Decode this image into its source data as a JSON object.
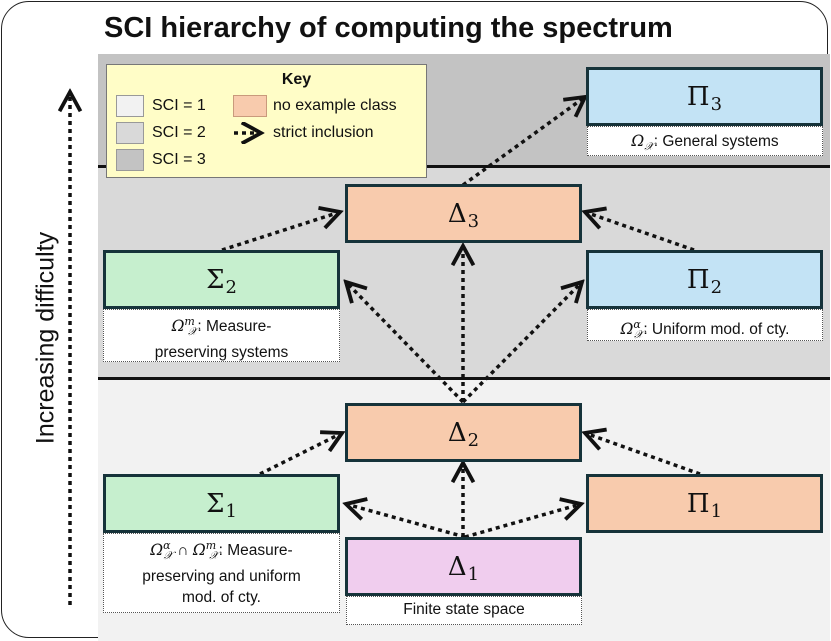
{
  "title": "SCI hierarchy of computing the spectrum",
  "y_axis_label": "Increasing difficulty",
  "key": {
    "title": "Key",
    "sci1": "SCI = 1",
    "sci2": "SCI = 2",
    "sci3": "SCI = 3",
    "no_example": "no example class",
    "strict_inclusion": "strict inclusion"
  },
  "colors": {
    "sci1_band": "#f2f2f2",
    "sci2_band": "#d9d9d9",
    "sci3_band": "#c3c3c3",
    "no_example_class": "#f8cbad",
    "sigma_class": "#c6efce",
    "pi_class": "#c3e3f5",
    "delta1_class": "#f0cdee",
    "key_background": "#fffdc7",
    "node_border": "#16333a"
  },
  "nodes": {
    "pi3": {
      "symbol": "Π",
      "subscript": "3"
    },
    "delta3": {
      "symbol": "Δ",
      "subscript": "3"
    },
    "sigma2": {
      "symbol": "Σ",
      "subscript": "2"
    },
    "pi2": {
      "symbol": "Π",
      "subscript": "2"
    },
    "delta2": {
      "symbol": "Δ",
      "subscript": "2"
    },
    "sigma1": {
      "symbol": "Σ",
      "subscript": "1"
    },
    "pi1": {
      "symbol": "Π",
      "subscript": "1"
    },
    "delta1": {
      "symbol": "Δ",
      "subscript": "1"
    }
  },
  "captions": {
    "pi3": {
      "text": ": General systems"
    },
    "sigma2": {
      "line1": ": Measure-",
      "line2": "preserving systems"
    },
    "pi2": {
      "text": ": Uniform mod. of cty."
    },
    "sigma1": {
      "line1_mid": " ∩ ",
      "line1_end": ": Measure-",
      "line2": "preserving and uniform",
      "line3": "mod. of cty."
    },
    "delta1": {
      "text": "Finite state space"
    }
  }
}
